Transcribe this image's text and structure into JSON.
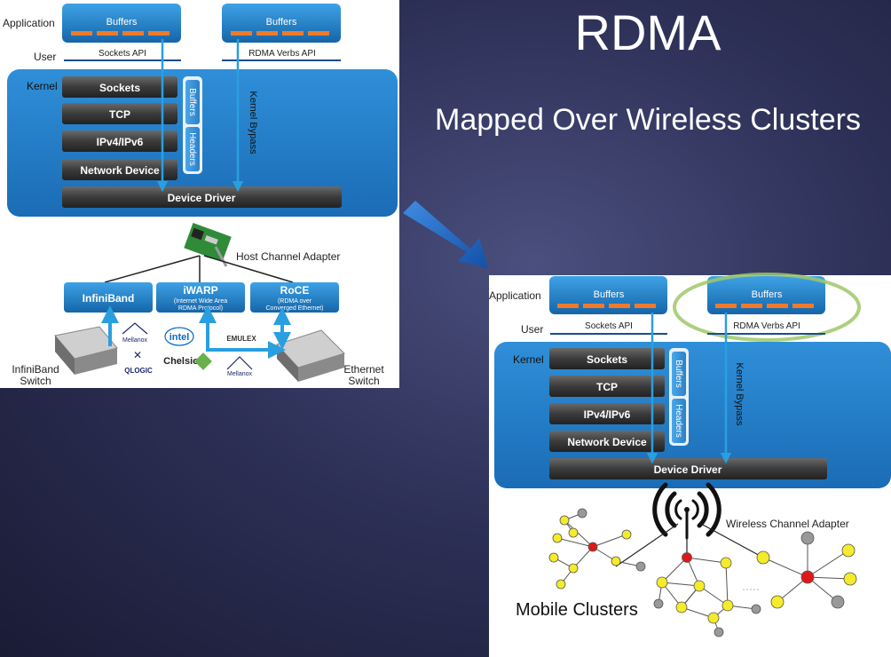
{
  "slide": {
    "title": "RDMA",
    "subtitle": "Mapped Over Wireless Clusters"
  },
  "top_diagram": {
    "app_label": "Application",
    "user_label": "User",
    "kernel_label": "Kernel",
    "buffers_label_1": "Buffers",
    "buffers_label_2": "Buffers",
    "sockets_api": "Sockets API",
    "rdma_verbs_api": "RDMA Verbs API",
    "layers": [
      "Sockets",
      "TCP",
      "IPv4/IPv6",
      "Network Device"
    ],
    "side_buffers": "Buffers",
    "side_headers": "Headers",
    "kernel_bypass": "Kernel Bypass",
    "device_driver": "Device Driver",
    "hca_label": "Host Channel Adapter",
    "infiniband": "InfiniBand",
    "iwarp": "iWARP",
    "iwarp_sub1": "(Internet Wide Area",
    "iwarp_sub2": "RDMA Protocol)",
    "roce": "RoCE",
    "roce_sub1": "(RDMA over",
    "roce_sub2": "Converged Ethernet)",
    "ib_switch_1": "InfiniBand",
    "ib_switch_2": "Switch",
    "eth_switch_1": "Ethernet",
    "eth_switch_2": "Switch",
    "vendors": [
      "Mellanox",
      "QLOGIC",
      "intel",
      "Chelsio",
      "EMULEX",
      "Mellanox"
    ]
  },
  "bottom_diagram": {
    "app_label": "Application",
    "user_label": "User",
    "kernel_label": "Kernel",
    "buffers_label_1": "Buffers",
    "buffers_label_2": "Buffers",
    "sockets_api": "Sockets API",
    "rdma_verbs_api": "RDMA Verbs API",
    "layers": [
      "Sockets",
      "TCP",
      "IPv4/IPv6",
      "Network Device"
    ],
    "side_buffers": "Buffers",
    "side_headers": "Headers",
    "kernel_bypass": "Kernel Bypass",
    "device_driver": "Device Driver",
    "wca_label": "Wireless Channel Adapter",
    "clusters_label": "Mobile Clusters"
  },
  "colors": {
    "panel_blue": "#1f7bc4",
    "layer_dark": "#3a3a3a",
    "buffer_orange": "#f07a2a",
    "arrow_blue": "#2a9fe0",
    "node_yellow": "#f4ec2a",
    "node_red": "#e01818",
    "node_gray": "#999999",
    "highlight_green": "#9ec86a"
  }
}
